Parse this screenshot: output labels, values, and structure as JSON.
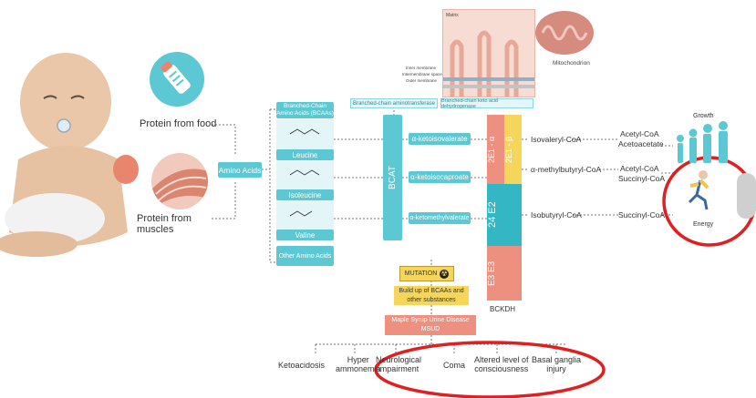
{
  "sources": {
    "food": "Protein from food",
    "muscles": "Protein from muscles",
    "amino_acids": "Amino Acids"
  },
  "bcaa": {
    "header": "Branched-Chain Amino Acids (BCAAs)",
    "leucine": "Leucine",
    "isoleucine": "Isoleucine",
    "valine": "Valine",
    "other": "Other Amino Acids"
  },
  "enzymes": {
    "transaminase": "Branched-chain aminotransferase",
    "dehydrogenase": "Branched-chain keto acid dehydrogenase",
    "bcat": "BCAT",
    "e1a": "2E1 - α",
    "e1b": "2E1 - β",
    "e2": "24 E2",
    "e3": "E3 E3",
    "bckdh": "BCKDH"
  },
  "keto_acids": {
    "k1": "α-ketoisovalerate",
    "k2": "α-ketoisocaproate",
    "k3": "α-ketomethylvalerate"
  },
  "coa": {
    "c1": "Isovaleryl-CoA",
    "c2": "α-methylbutyryl-CoA",
    "c3": "Isobutyryl-CoA",
    "p1a": "Acetyl-CoA",
    "p1b": "Acetoacetate",
    "p2a": "Acetyl-CoA",
    "p2b": "Succinyl-CoA",
    "p3": "Succinyl-CoA"
  },
  "mito": {
    "title": "Mitochondrion",
    "matrix": "Matrix",
    "inner": "Inner membrane",
    "intermembrane": "Intermembrane space",
    "outer": "Outer membrane"
  },
  "outcomes": {
    "growth": "Growth",
    "energy": "Energy"
  },
  "disease": {
    "mutation": "MUTATION",
    "buildup": "Build up of BCAAs and other substances",
    "msud_1": "Maple Syrup Urine Disease",
    "msud_2": "MSUD"
  },
  "symptoms": {
    "s1": "Ketoacidosis",
    "s2a": "Hyper",
    "s2b": "ammonemia",
    "s3a": "Neurological",
    "s3b": "impairment",
    "s4": "Coma",
    "s5a": "Altered level of",
    "s5b": "consciousness",
    "s6a": "Basal ganglia",
    "s6b": "injury"
  },
  "colors": {
    "teal": "#5cc8d3",
    "salmon": "#ee9080",
    "yellow": "#f6d65a",
    "red_mark": "#e02020"
  }
}
